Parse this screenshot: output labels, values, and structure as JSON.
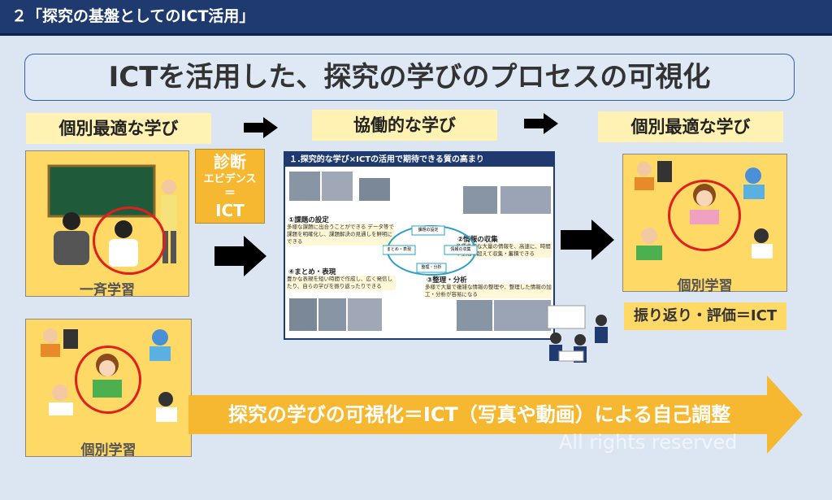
{
  "header": {
    "title": "２「探究の基盤としてのICT活用」"
  },
  "main_title": "ICTを活用した、探究の学びのプロセスの可視化",
  "stages": {
    "left_label": "個別最適な学び",
    "center_label": "協働的な学び",
    "right_label": "個別最適な学び"
  },
  "diagnosis": {
    "line1": "診断",
    "line2": "エビデンス",
    "line3": "＝",
    "line4": "ICT"
  },
  "panels": {
    "top_left_caption": "一斉学習",
    "bottom_left_caption": "個別学習",
    "right_caption": "個別学習"
  },
  "center": {
    "heading": "１.探究的な学び×ICTの活用で期待できる質の高まり",
    "step1_title": "①課題の設定",
    "step1_text": "多様な課題に出合うことができる データ等で課題を明確化し、課題解決の見通しを鮮明にできる",
    "step2_title": "②情報の収集",
    "step2_text": "多種多様な大量の情報を、高速に、時間や空間を超えて収集・蓄積できる",
    "step3_title": "③整理・分析",
    "step3_text": "多様で大量で複雑な情報の整理や、整理した情報の加工・分析が容易になる",
    "step4_title": "④まとめ・表現",
    "step4_text": "豊かな表現を短い時間で作成し、広く発信したり、自らの学びを振り返ったりできる",
    "cycle_1": "課題の設定",
    "cycle_2": "まとめ・表現",
    "cycle_3": "情報の収集",
    "cycle_4": "整理・分析"
  },
  "reflection": "振り返り・評価＝ICT",
  "banner": "探究の学びの可視化＝ICT（写真や動画）による自己調整",
  "watermark": "All rights reserved",
  "colors": {
    "navy": "#1f3a6e",
    "yellow": "#ffd966",
    "orange": "#f6b830",
    "red": "#e01f1f"
  }
}
